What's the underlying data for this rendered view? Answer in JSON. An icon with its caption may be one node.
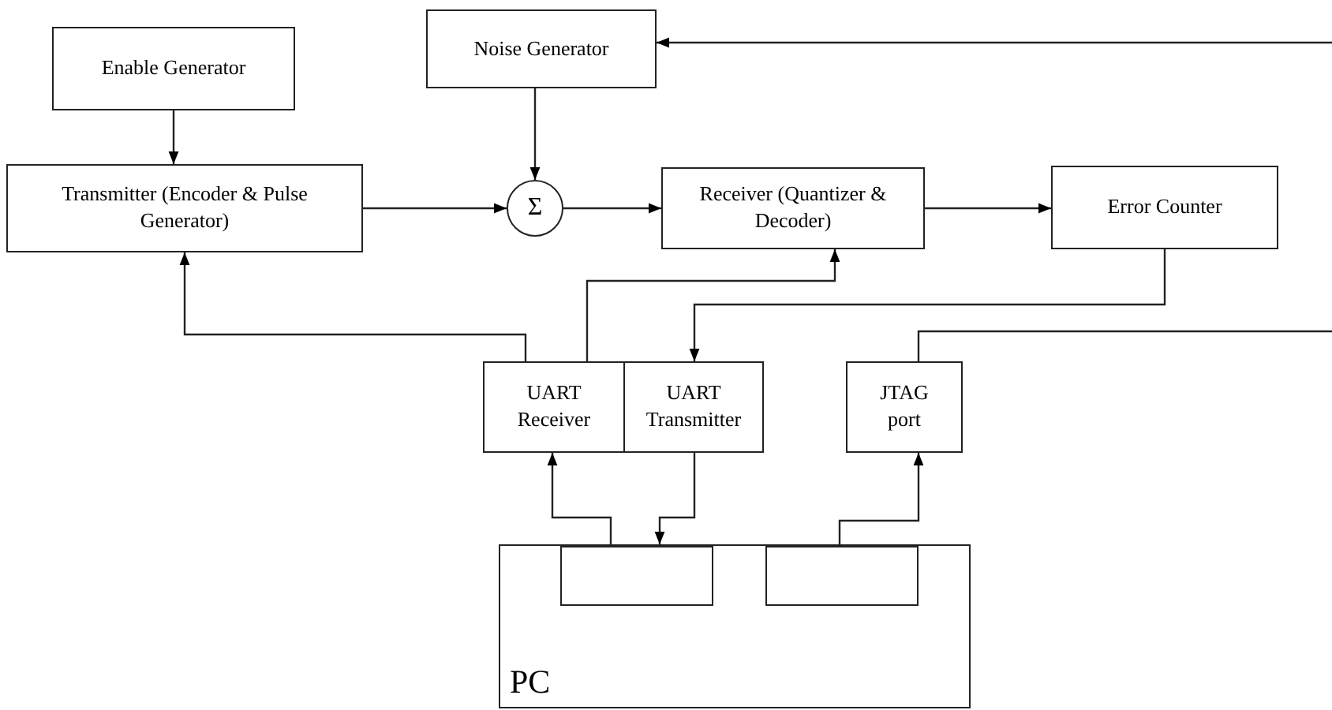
{
  "diagram": {
    "nodes": [
      {
        "text": [
          "Enable Generator"
        ]
      },
      {
        "text": [
          "Noise Generator"
        ]
      },
      {
        "text": [
          "Transmitter (Encoder & Pulse Generator)"
        ]
      },
      {
        "text": [
          "Σ"
        ]
      },
      {
        "text": [
          "Receiver (Quantizer & Decoder)"
        ]
      },
      {
        "text": [
          "Error Counter"
        ]
      },
      {
        "text": [
          "UART Receiver"
        ]
      },
      {
        "text": [
          "UART Transmitter"
        ]
      },
      {
        "text": [
          "JTAG port"
        ]
      },
      {
        "text": [
          "PC"
        ]
      },
      {
        "text": [],
        "shape": "box",
        "in": 9
      },
      {
        "text": [],
        "shape": "box",
        "in": 9
      }
    ],
    "edges": [
      {
        "from": 0,
        "to": 2,
        "arrow": "to"
      },
      {
        "from": 1,
        "to": 3,
        "arrow": "to"
      },
      {
        "from": 2,
        "to": 3,
        "arrow": "to"
      },
      {
        "from": 3,
        "to": 4,
        "arrow": "to"
      },
      {
        "from": 4,
        "to": 5,
        "arrow": "to"
      },
      {
        "from": 6,
        "to": 2,
        "arrow": "to"
      },
      {
        "from": 6,
        "to": 4,
        "arrow": "to"
      },
      {
        "from": 5,
        "to": 7,
        "arrow": "to"
      },
      {
        "from": null,
        "to": 1,
        "arrow": "to"
      },
      {
        "from": 8,
        "to": null,
        "arrow": "none"
      },
      {
        "from": 10,
        "to": 6,
        "arrow": "to"
      },
      {
        "from": 7,
        "to": 10,
        "arrow": "to"
      },
      {
        "from": 11,
        "to": 8,
        "arrow": "to"
      }
    ]
  }
}
